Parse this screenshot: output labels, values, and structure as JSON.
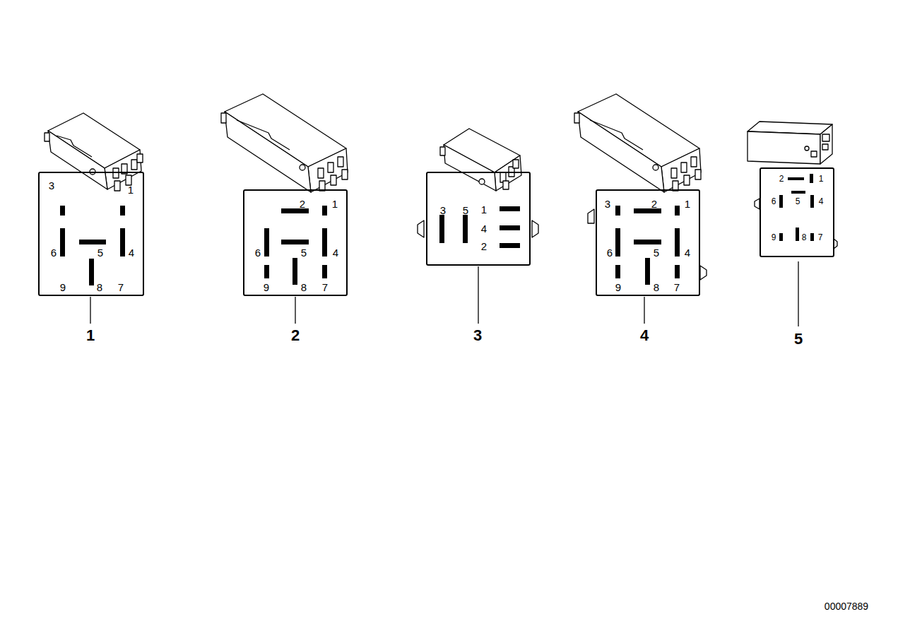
{
  "diagram": {
    "nodes": [
      {
        "text": [
          "3",
          "1",
          "6",
          "5",
          "4",
          "9",
          "8",
          "7"
        ]
      },
      {
        "text": [
          "2",
          "1",
          "6",
          "5",
          "4",
          "9",
          "8",
          "7"
        ]
      },
      {
        "text": [
          "3",
          "5",
          "1",
          "4",
          "2"
        ]
      },
      {
        "text": [
          "3",
          "2",
          "1",
          "6",
          "5",
          "4",
          "9",
          "8",
          "7"
        ]
      },
      {
        "text": [
          "2",
          "1",
          "6",
          "5",
          "4",
          "9",
          "8",
          "7"
        ]
      }
    ],
    "labels": [
      "1",
      "2",
      "3",
      "4",
      "5",
      "00007889"
    ]
  }
}
